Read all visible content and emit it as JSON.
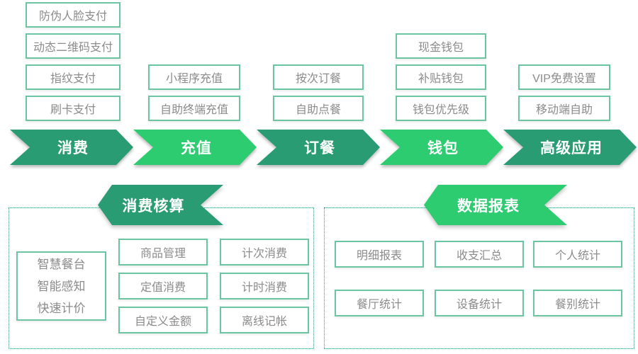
{
  "palette": {
    "dark_green": "#2a9c74",
    "bright_green": "#2ecc71",
    "box_border": "#6cc5a1",
    "box_text": "#8b8b8b",
    "section_border": "#2f9f7f",
    "arrow_text": "#ffffff"
  },
  "flow": {
    "stages": [
      {
        "label": "消费",
        "tone": "dark",
        "features": [
          "防伪人脸支付",
          "动态二维码支付",
          "指纹支付",
          "刷卡支付"
        ]
      },
      {
        "label": "充值",
        "tone": "bright",
        "features": [
          "小程序充值",
          "自助终端充值"
        ]
      },
      {
        "label": "订餐",
        "tone": "dark",
        "features": [
          "按次订餐",
          "自助点餐"
        ]
      },
      {
        "label": "钱包",
        "tone": "bright",
        "features": [
          "现金钱包",
          "补贴钱包",
          "钱包优先级"
        ]
      },
      {
        "label": "高级应用",
        "tone": "dark",
        "features": [
          "VIP免费设置",
          "移动端自助"
        ]
      }
    ]
  },
  "sections": [
    {
      "badge": "消费核算",
      "tone": "dark",
      "side_box_lines": [
        "智慧餐台",
        "智能感知",
        "快速计价"
      ],
      "items": [
        "商品管理",
        "定值消费",
        "自定义金额",
        "计次消费",
        "计时消费",
        "离线记帐"
      ]
    },
    {
      "badge": "数据报表",
      "tone": "bright",
      "items": [
        "明细报表",
        "收支汇总",
        "个人统计",
        "餐厅统计",
        "设备统计",
        "餐别统计"
      ]
    }
  ]
}
